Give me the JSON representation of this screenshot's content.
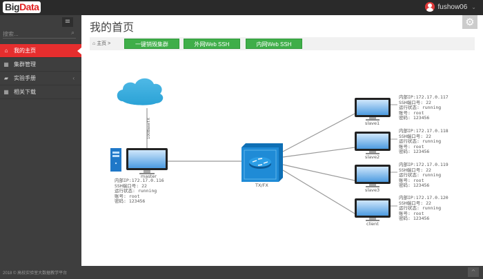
{
  "header": {
    "logo_big": "Big",
    "logo_data": "Data",
    "username": "fushow06",
    "dropdown_caret": "⌄"
  },
  "sidebar": {
    "toggle_icon": "≡",
    "search_placeholder": "搜索...",
    "search_icon": "⌕",
    "items": [
      {
        "label": "我的主页",
        "icon": "home-icon",
        "glyph": "⌂",
        "active": true
      },
      {
        "label": "集群管理",
        "icon": "grid-icon",
        "glyph": "▦",
        "active": false
      },
      {
        "label": "实验手册",
        "icon": "folder-icon",
        "glyph": "▰",
        "active": false,
        "arrow": "‹"
      },
      {
        "label": "相关下载",
        "icon": "apps-icon",
        "glyph": "▦",
        "active": false
      }
    ]
  },
  "main": {
    "title": "我的首页",
    "settings_icon": "⚙",
    "breadcrumb": {
      "home_icon": "⌂",
      "label": "主页",
      "separator": ">"
    },
    "buttons": [
      {
        "label": "一键销毁集群"
      },
      {
        "label": "外网Web SSH"
      },
      {
        "label": "内网Web SSH"
      }
    ]
  },
  "topology": {
    "cloud_link_label": "100BaseTX",
    "switch_label": "TX/FX",
    "master": {
      "name": "master",
      "info": [
        "内部IP:172.17.0.116",
        "SSH端口号: 22",
        "运行状态: running",
        "账号: root",
        "密码: 123456"
      ]
    },
    "nodes": [
      {
        "name": "slave1",
        "info": [
          "内部IP:172.17.0.117",
          "SSH端口号: 22",
          "运行状态: running",
          "账号: root",
          "密码: 123456"
        ]
      },
      {
        "name": "slave2",
        "info": [
          "内部IP:172.17.0.118",
          "SSH端口号: 22",
          "运行状态: running",
          "账号: root",
          "密码: 123456"
        ]
      },
      {
        "name": "slave3",
        "info": [
          "内部IP:172.17.0.119",
          "SSH端口号: 22",
          "运行状态: running",
          "账号: root",
          "密码: 123456"
        ]
      },
      {
        "name": "client",
        "info": [
          "内部IP:172.17.0.120",
          "SSH端口号: 22",
          "运行状态: running",
          "账号: root",
          "密码: 123456"
        ]
      }
    ]
  },
  "footer": {
    "text": "2018 © 高校实验室大数据教学平台",
    "to_top_icon": "^"
  },
  "colors": {
    "accent_red": "#e62e2e",
    "button_green": "#3fae49",
    "sidebar_bg": "#3e3e3e",
    "topbar_bg": "#2a2a2a"
  }
}
